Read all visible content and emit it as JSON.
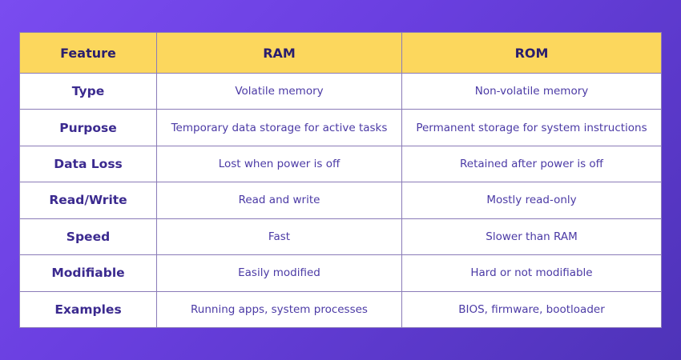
{
  "table": {
    "headers": [
      "Feature",
      "RAM",
      "ROM"
    ],
    "rows": [
      [
        "Type",
        "Volatile memory",
        "Non-volatile memory"
      ],
      [
        "Purpose",
        "Temporary data storage for active tasks",
        "Permanent storage for system instructions"
      ],
      [
        "Data Loss",
        "Lost when power is off",
        "Retained after power is off"
      ],
      [
        "Read/Write",
        "Read and write",
        "Mostly read-only"
      ],
      [
        "Speed",
        "Fast",
        "Slower than RAM"
      ],
      [
        "Modifiable",
        "Easily modified",
        "Hard or not modifiable"
      ],
      [
        "Examples",
        "Running apps, system processes",
        "BIOS, firmware, bootloader"
      ]
    ]
  },
  "colors": {
    "header_bg": "#fcd75d",
    "text": "#3b2a8f",
    "background_start": "#7a4cf0",
    "background_end": "#4e33b8"
  }
}
